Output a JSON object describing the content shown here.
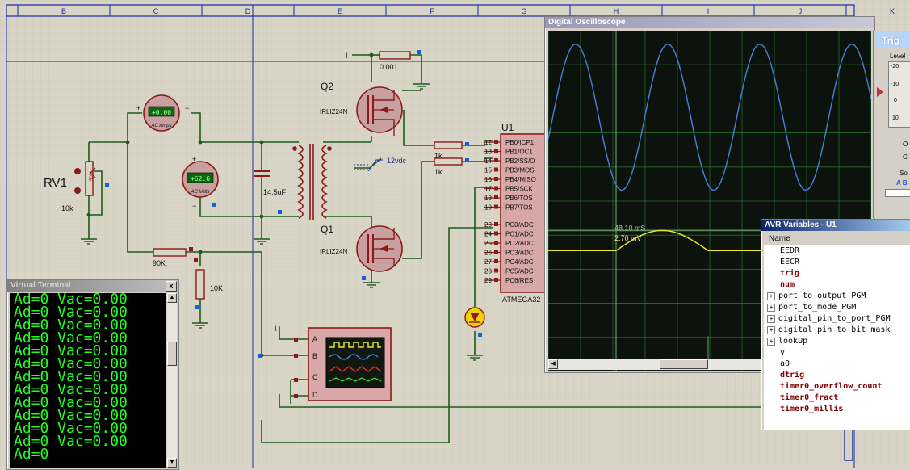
{
  "grid_columns": [
    "B",
    "C",
    "D",
    "E",
    "F",
    "G",
    "H",
    "I",
    "J",
    "K"
  ],
  "components": {
    "rv1": {
      "ref": "RV1",
      "value": "10k",
      "knob": "50%"
    },
    "ac_amps": {
      "reading": "+0.00",
      "label": "AC Amps"
    },
    "ac_volts": {
      "reading": "+62.6",
      "label": "AC Volts"
    },
    "cap": {
      "value": "14.5uF"
    },
    "r_90k": {
      "value": "90K"
    },
    "r_10k": {
      "value": "10K"
    },
    "r_shunt": {
      "value": "0.001"
    },
    "r_1k_a": {
      "value": "1k"
    },
    "r_1k_b": {
      "value": "1k"
    },
    "q2": {
      "ref": "Q2",
      "part": "IRLIZ24N"
    },
    "q1": {
      "ref": "Q1",
      "part": "IRLIZ24N"
    },
    "supply": {
      "label": "12vdc"
    },
    "mcu": {
      "ref": "U1",
      "part": "ATMEGA32",
      "pins_left": [
        {
          "num": "12",
          "name": "PB0/ICP1"
        },
        {
          "num": "13",
          "name": "PB1/OC1"
        },
        {
          "num": "14",
          "name": "PB2/SS/O"
        },
        {
          "num": "15",
          "name": "PB3/MOS"
        },
        {
          "num": "16",
          "name": "PB4/MISO"
        },
        {
          "num": "17",
          "name": "PB5/SCK"
        },
        {
          "num": "18",
          "name": "PB6/TOS"
        },
        {
          "num": "19",
          "name": "PB7/TOS"
        },
        {
          "num": "23",
          "name": "PC0/ADC"
        },
        {
          "num": "24",
          "name": "PC1/ADC"
        },
        {
          "num": "25",
          "name": "PC2/ADC"
        },
        {
          "num": "26",
          "name": "PC3/ADC"
        },
        {
          "num": "27",
          "name": "PC4/ADC"
        },
        {
          "num": "28",
          "name": "PC5/ADC"
        },
        {
          "num": "29",
          "name": "PC6/RES"
        }
      ]
    },
    "scope_inputs": [
      "A",
      "B",
      "C",
      "D"
    ],
    "terminal_labels": [
      "I",
      "I"
    ]
  },
  "virtual_terminal": {
    "title": "Virtual Terminal",
    "close": "x",
    "lines": [
      "Ad=0 Vac=0.00",
      "Ad=0 Vac=0.00",
      "Ad=0 Vac=0.00",
      "Ad=0 Vac=0.00",
      "Ad=0 Vac=0.00",
      "Ad=0 Vac=0.00",
      "Ad=0 Vac=0.00",
      "Ad=0 Vac=0.00",
      "Ad=0 Vac=0.00",
      "Ad=0 Vac=0.00",
      "Ad=0 Vac=0.00",
      "Ad=0 Vac=0.00",
      "Ad=0"
    ]
  },
  "oscilloscope": {
    "title": "Digital Oscilloscope",
    "time_readout": "48.10 mS",
    "volt_readout": "2.70 mV",
    "trigger_label": "Trig",
    "level_label": "Level",
    "level_ticks": [
      "-20",
      "-10",
      "0",
      "10"
    ],
    "side_labels": [
      "O",
      "C",
      "So",
      "A B"
    ],
    "trace_colors": {
      "a": "#4a7fd8",
      "b": "#e8e830"
    },
    "grid_color": "#2c6a2c",
    "bg_color": "#0c120c"
  },
  "avr_variables": {
    "title": "AVR Variables - U1",
    "column_header": "Name",
    "items": [
      {
        "name": "EEDR",
        "style": "normal",
        "expandable": false
      },
      {
        "name": "EECR",
        "style": "normal",
        "expandable": false
      },
      {
        "name": "trig",
        "style": "red",
        "expandable": false
      },
      {
        "name": "num",
        "style": "red",
        "expandable": false
      },
      {
        "name": "port_to_output_PGM",
        "style": "normal",
        "expandable": true
      },
      {
        "name": "port_to_mode_PGM",
        "style": "normal",
        "expandable": true
      },
      {
        "name": "digital_pin_to_port_PGM",
        "style": "normal",
        "expandable": true
      },
      {
        "name": "digital_pin_to_bit_mask_",
        "style": "normal",
        "expandable": true
      },
      {
        "name": "lookUp",
        "style": "normal",
        "expandable": true
      },
      {
        "name": "v",
        "style": "normal",
        "expandable": false
      },
      {
        "name": "a0",
        "style": "normal",
        "expandable": false
      },
      {
        "name": "dtrig",
        "style": "red",
        "expandable": false
      },
      {
        "name": "timer0_overflow_count",
        "style": "red",
        "expandable": false
      },
      {
        "name": "timer0_fract",
        "style": "red",
        "expandable": false
      },
      {
        "name": "timer0_millis",
        "style": "red",
        "expandable": false
      }
    ]
  },
  "colors": {
    "sheet": "#d8d4c6",
    "wire": "#1e5a1e",
    "component": "#8b1a1a",
    "text": "#101010",
    "pin_marker": "#1a5fd8"
  }
}
